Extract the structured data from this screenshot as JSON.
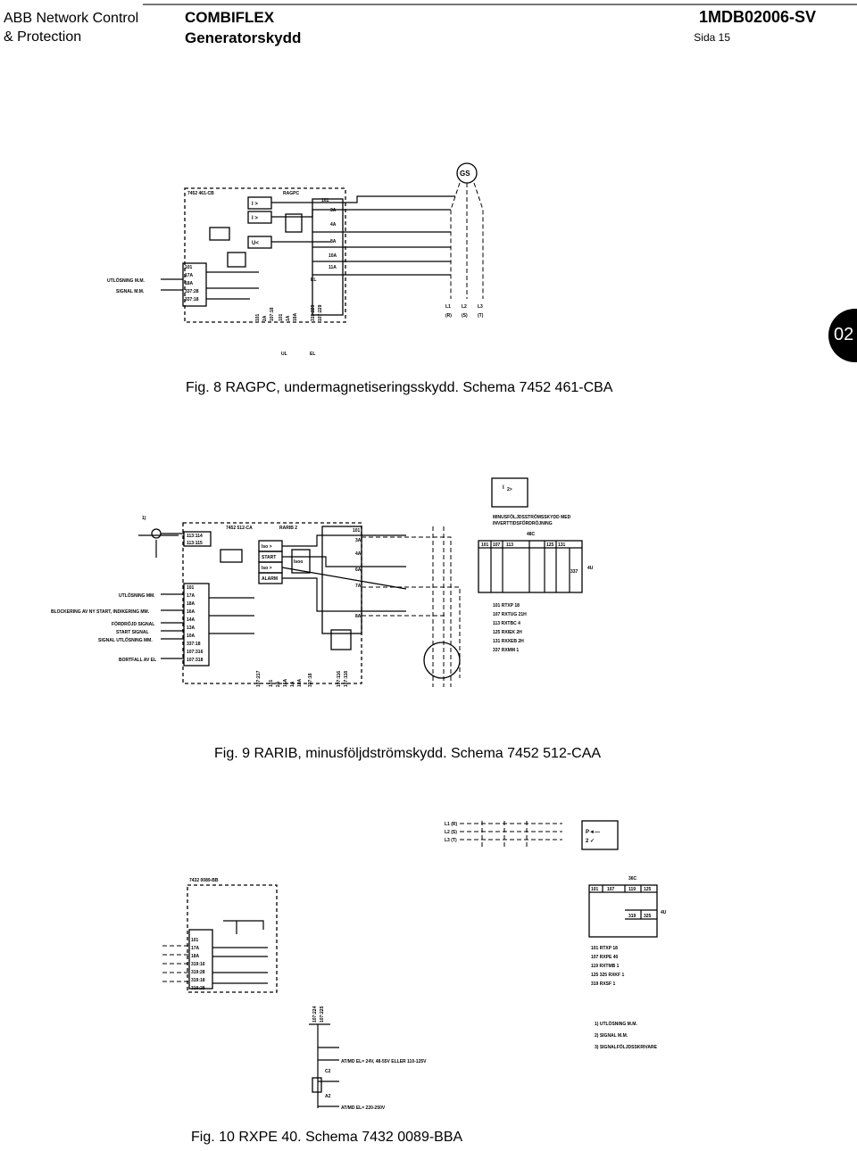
{
  "header": {
    "left_line1": "ABB Network Control",
    "left_line2": "& Protection",
    "center_line1": "COMBIFLEX",
    "center_line2": "Generatorskydd",
    "doc_id": "1MDB02006-SV",
    "page": "Sida 15"
  },
  "side_tab": "02",
  "fig8": {
    "caption": "Fig. 8 RAGPC, undermagnetiseringsskydd. Schema 7452 461-CBA",
    "schema": "7452 461-CB",
    "relay": "RAGPC",
    "generator": "GS",
    "funcs": [
      "I >",
      "I >",
      "U<"
    ],
    "left_labels": [
      "UTLÖSNING M.M.",
      "SIGNAL M.M."
    ],
    "terms_left": [
      "101",
      "17A",
      "18A",
      "337:28",
      "337:18"
    ],
    "terms_right": [
      "101",
      "3A",
      "4A",
      "8A",
      "10A",
      "11A"
    ],
    "el_label": "EL",
    "bottom_terms": [
      "101",
      "2A",
      "107:18",
      "101",
      "1A",
      "18A",
      "319:229",
      "107:229"
    ],
    "phases": [
      "L1",
      "L2",
      "L3"
    ],
    "phase_codes": [
      "(R)",
      "(S)",
      "(T)"
    ],
    "foot": [
      "UL",
      "EL"
    ]
  },
  "fig9": {
    "caption": "Fig. 9 RARIB, minusföljdströmskydd. Schema 7452 512-CAA",
    "schema": "7452 512-CA",
    "relay": "RARIB 2",
    "note": "1)",
    "terms_top": [
      "113:114",
      "113:115"
    ],
    "funcs": [
      "Iso >",
      "START",
      "Iso >",
      "ALARM",
      "Isoo"
    ],
    "left_labels": [
      "UTLÖSNING MM.",
      "BLOCKERING AV NY START, INDIKERING MM.",
      "FÖRDRÖJD SIGNAL",
      "START SIGNAL",
      "SIGNAL UTLÖSNING MM.",
      "BORTFALL AV EL"
    ],
    "terms_left": [
      "101",
      "17A",
      "18A",
      "16A",
      "14A",
      "13A",
      "10A",
      "337:18",
      "107:316",
      "107:318"
    ],
    "terms_right": [
      "101",
      "3A",
      "4A",
      "6A",
      "7A",
      "8A"
    ],
    "bottom_terms": [
      "107:217",
      "101",
      "2A",
      "15A",
      "1A",
      "18A",
      "337:18",
      "107:116",
      "107:118"
    ],
    "symbol_label": "I",
    "symbol_sub": "2>",
    "title_lines": [
      "MINUSFÖLJDSSTRÖMSSKYDD MED",
      "INVERTTIDSFÖRDRÖJNING"
    ],
    "rack_code": "48C",
    "rack_slots": [
      "101",
      "107",
      "113",
      "125",
      "131"
    ],
    "rack_side": "337",
    "rack_height": "4U",
    "parts": [
      "101  RTXP 18",
      "107  RXTUG 21H",
      "113  RXTBC 4",
      "125  RXIEK 2H",
      "131  RXXEB 2H",
      "337  RXMM 1"
    ]
  },
  "fig10": {
    "caption": "Fig. 10 RXPE 40. Schema 7432 0089-BBA",
    "schema": "7432 0089-BB",
    "phases": [
      "L1 (R)",
      "L2 (S)",
      "L3 (T)"
    ],
    "symbol_lines": [
      "P◄—",
      "2 ✓"
    ],
    "rack_code": "36C",
    "rack_slots": [
      "101",
      "107",
      "119",
      "125"
    ],
    "rack_lower": [
      "319",
      "325"
    ],
    "rack_height": "4U",
    "terms_left": [
      "101",
      "17A",
      "18A",
      "319:16",
      "319:28",
      "319:18",
      "319:28"
    ],
    "parts": [
      "101  RTXP 18",
      "107  RXPE 40",
      "119  RXTMB 1",
      "125 325  RXKF 1",
      "319  RXSF 1"
    ],
    "notes": [
      "1)  UTLÖSNING M.M.",
      "2)  SIGNAL M.M.",
      "3)  SIGNALFÖLJDSSKRIVARE"
    ],
    "vert_terms": [
      "107:224",
      "107:225"
    ],
    "supply1": "AT/MD EL= 24V, 48-55V ELLER 110-125V",
    "supply2": "AT/MD EL= 220-250V",
    "coil": [
      "C2",
      "A2"
    ]
  }
}
